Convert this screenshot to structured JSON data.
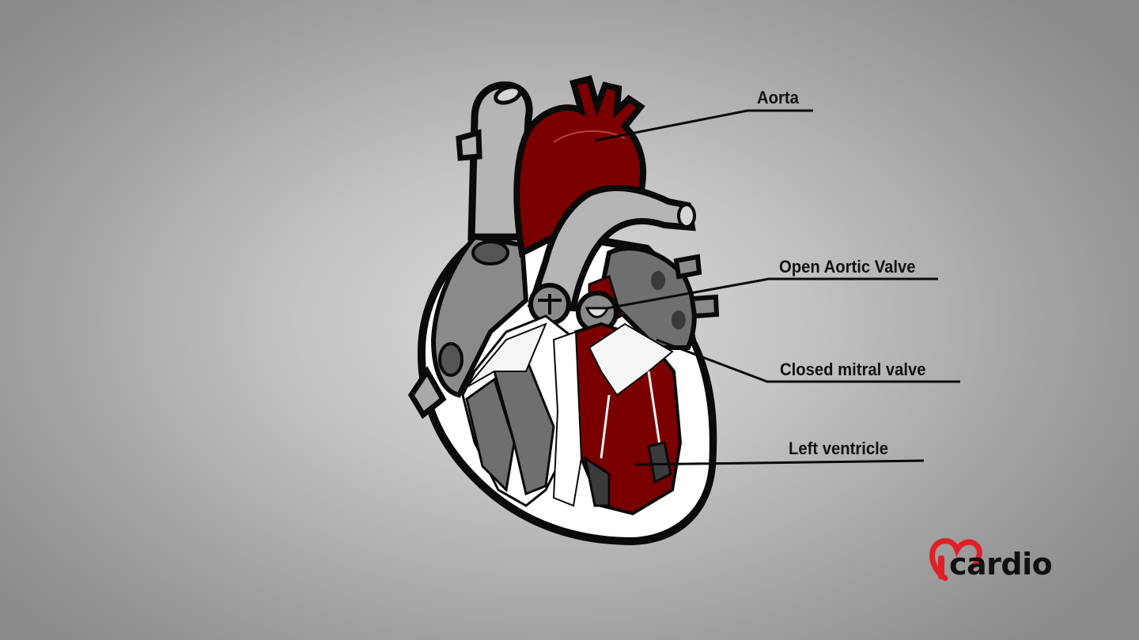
{
  "labels": {
    "aorta": "Aorta",
    "aortic_valve": "Open Aortic Valve",
    "mitral_valve": "Closed mitral valve",
    "left_ventricle": "Left ventricle"
  },
  "logo": {
    "text": "cardio",
    "icon": "heart-icon",
    "accent": "#e01f26"
  },
  "colors": {
    "oxygenated_blood": "#7a0000",
    "outline": "#0a0a0a",
    "vessel_gray": "#b5b5b5",
    "chamber_dark": "#6a6a6a",
    "tissue_white": "#ffffff"
  }
}
